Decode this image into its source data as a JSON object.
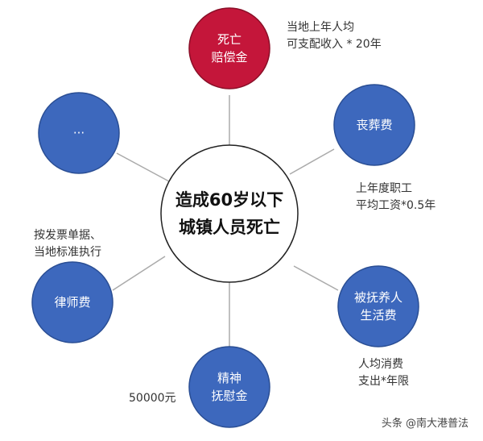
{
  "center": {
    "text": "造成60岁以下\n城镇人员死亡"
  },
  "nodes": [
    {
      "label": "死亡\n赔偿金",
      "note": "当地上年人均\n可支配收入 * 20年"
    },
    {
      "label": "丧葬费",
      "note": "上年度职工\n平均工资*0.5年"
    },
    {
      "label": "被抚养人\n生活费",
      "note": "人均消费\n支出*年限"
    },
    {
      "label": "精神\n抚慰金",
      "note": "50000元"
    },
    {
      "label": "律师费",
      "note": "按发票单据、\n当地标准执行"
    },
    {
      "label": "···",
      "note": ""
    }
  ],
  "colors": {
    "red": "#c4163a",
    "blue": "#3d68bd",
    "line": "#aaaaaa"
  },
  "watermark": "头条 @南大港普法"
}
